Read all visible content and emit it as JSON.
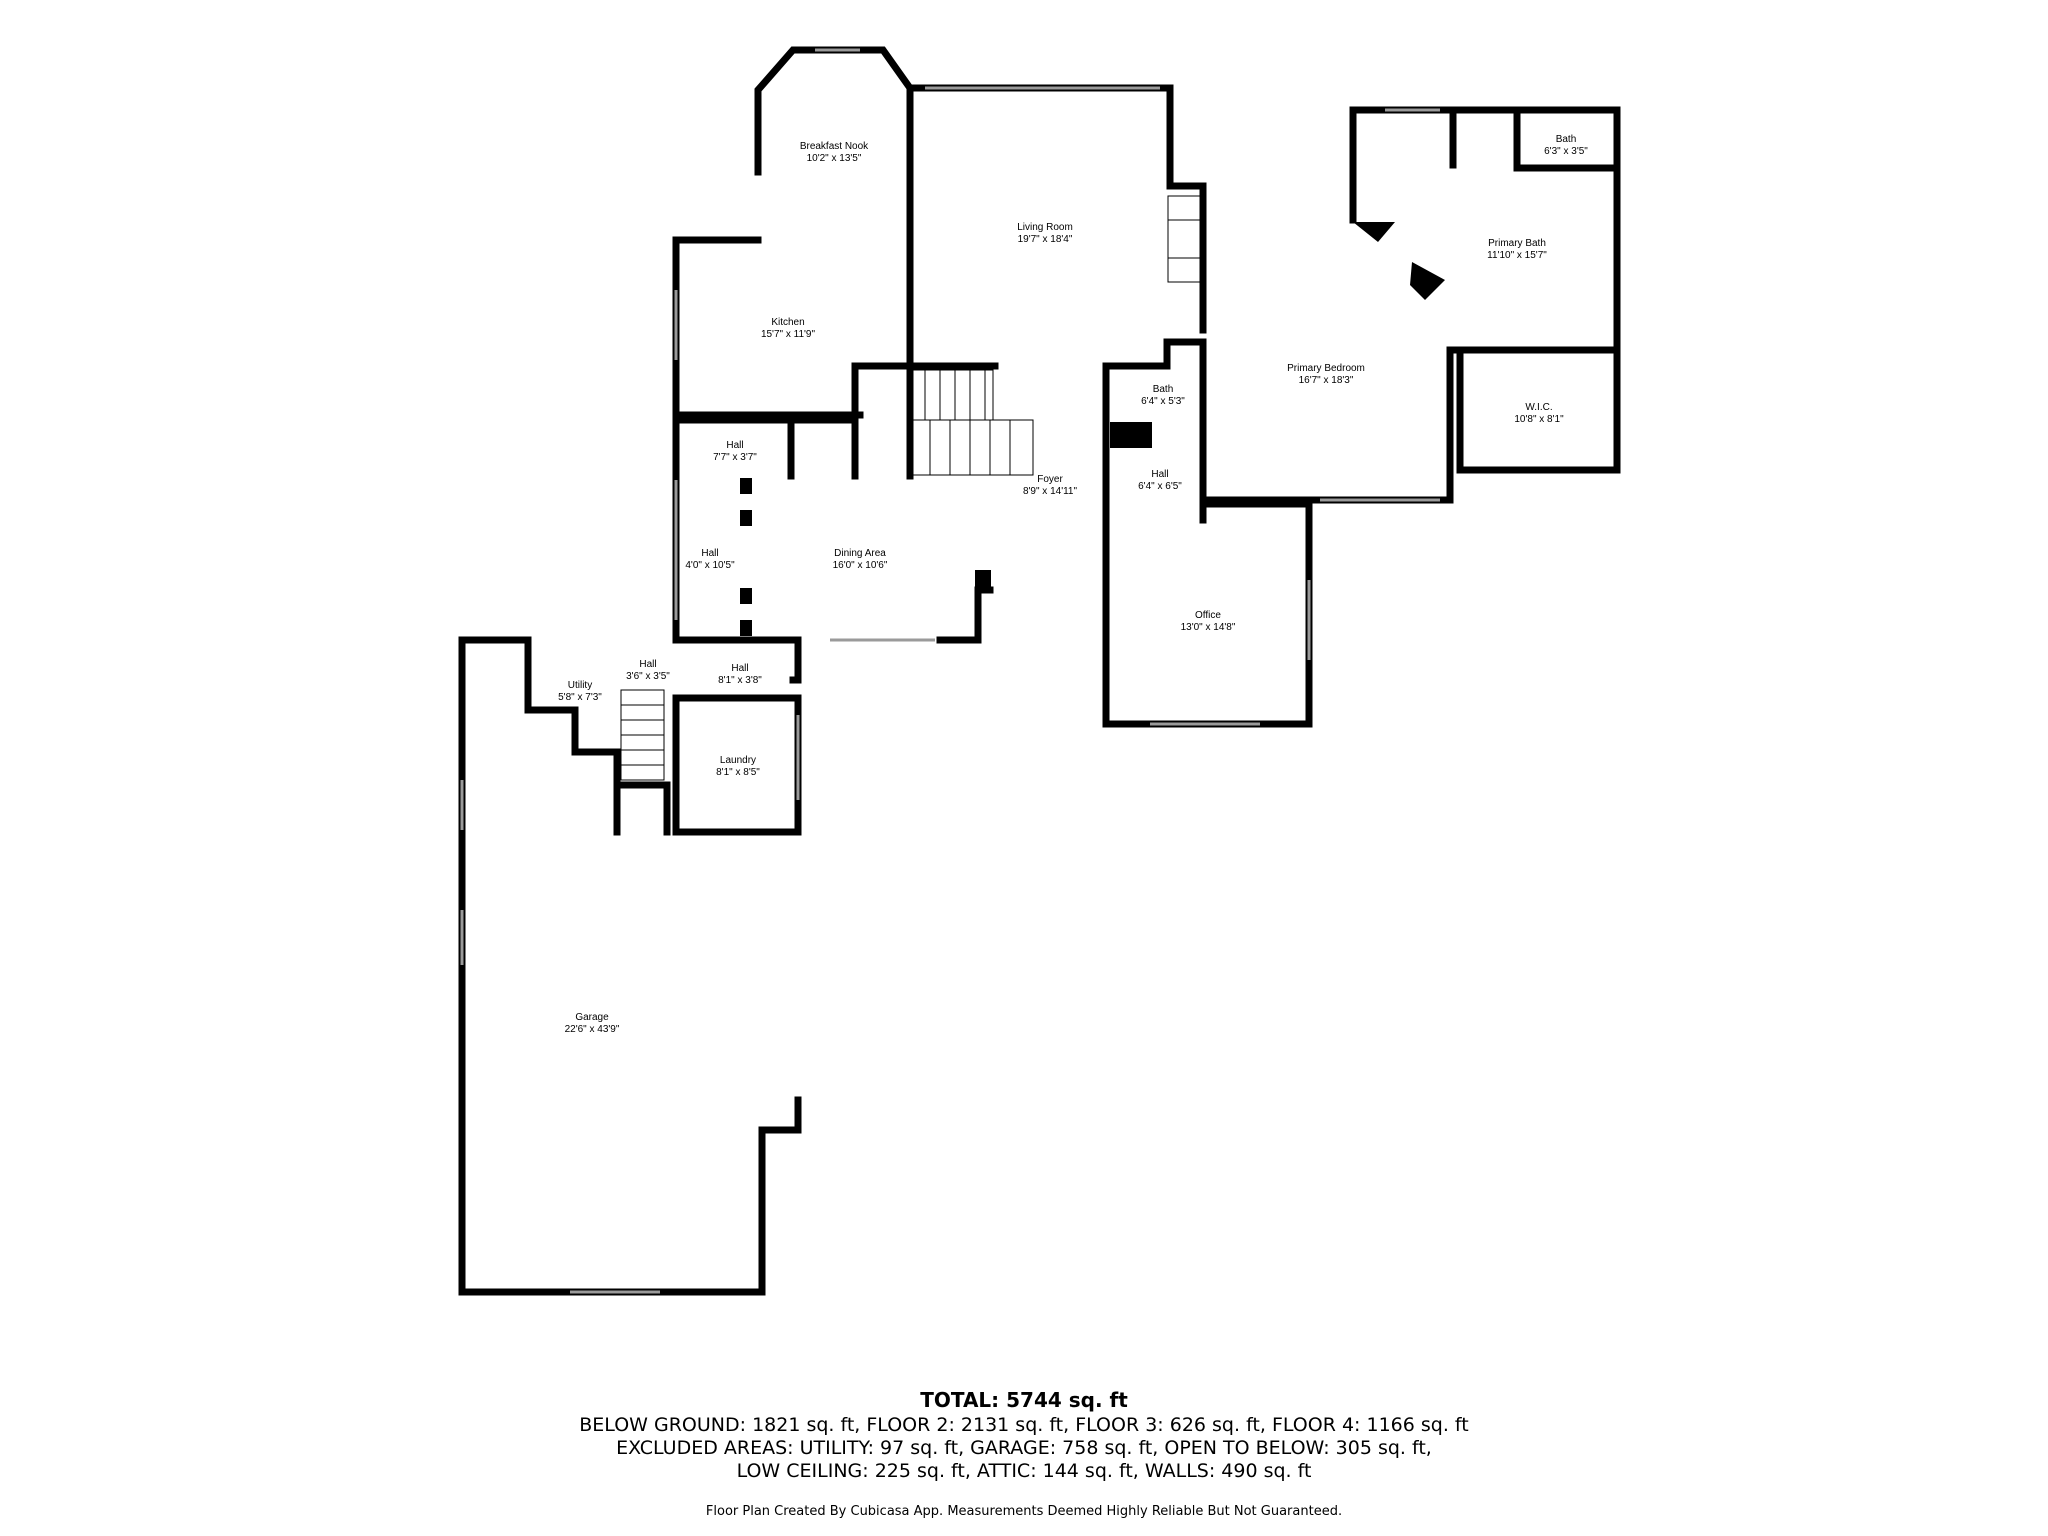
{
  "rooms": [
    {
      "id": "breakfast-nook",
      "name": "Breakfast Nook",
      "dims": "10'2\" x 13'5\""
    },
    {
      "id": "living-room",
      "name": "Living Room",
      "dims": "19'7\" x 18'4\""
    },
    {
      "id": "kitchen",
      "name": "Kitchen",
      "dims": "15'7\" x 11'9\""
    },
    {
      "id": "hall-upper",
      "name": "Hall",
      "dims": "7'7\" x 3'7\""
    },
    {
      "id": "foyer",
      "name": "Foyer",
      "dims": "8'9\" x 14'11\""
    },
    {
      "id": "hall-left",
      "name": "Hall",
      "dims": "4'0\" x 10'5\""
    },
    {
      "id": "dining-area",
      "name": "Dining Area",
      "dims": "16'0\" x 10'6\""
    },
    {
      "id": "bath-center",
      "name": "Bath",
      "dims": "6'4\" x 5'3\""
    },
    {
      "id": "hall-center",
      "name": "Hall",
      "dims": "6'4\" x 6'5\""
    },
    {
      "id": "primary-bedroom",
      "name": "Primary Bedroom",
      "dims": "16'7\" x 18'3\""
    },
    {
      "id": "bath-small",
      "name": "Bath",
      "dims": "6'3\" x 3'5\""
    },
    {
      "id": "primary-bath",
      "name": "Primary Bath",
      "dims": "11'10\" x 15'7\""
    },
    {
      "id": "wic",
      "name": "W.I.C.",
      "dims": "10'8\" x 8'1\""
    },
    {
      "id": "office",
      "name": "Office",
      "dims": "13'0\" x 14'8\""
    },
    {
      "id": "utility",
      "name": "Utility",
      "dims": "5'8\" x 7'3\""
    },
    {
      "id": "hall-small",
      "name": "Hall",
      "dims": "3'6\" x 3'5\""
    },
    {
      "id": "hall-garage",
      "name": "Hall",
      "dims": "8'1\" x 3'8\""
    },
    {
      "id": "laundry",
      "name": "Laundry",
      "dims": "8'1\" x 8'5\""
    },
    {
      "id": "garage",
      "name": "Garage",
      "dims": "22'6\" x 43'9\""
    }
  ],
  "footer": {
    "total": "TOTAL: 5744 sq. ft",
    "line1": "BELOW GROUND: 1821 sq. ft, FLOOR 2: 2131 sq. ft, FLOOR 3: 626 sq. ft, FLOOR 4: 1166 sq. ft",
    "line2": "EXCLUDED AREAS: UTILITY: 97 sq. ft, GARAGE: 758 sq. ft, OPEN TO BELOW: 305 sq. ft,",
    "line3": "LOW CEILING: 225 sq. ft, ATTIC: 144 sq. ft, WALLS: 490 sq. ft",
    "disclaimer": "Floor Plan Created By Cubicasa App. Measurements Deemed Highly Reliable But Not Guaranteed."
  },
  "colors": {
    "wall": "#000000",
    "window": "#9a9a9a",
    "background": "#ffffff"
  }
}
